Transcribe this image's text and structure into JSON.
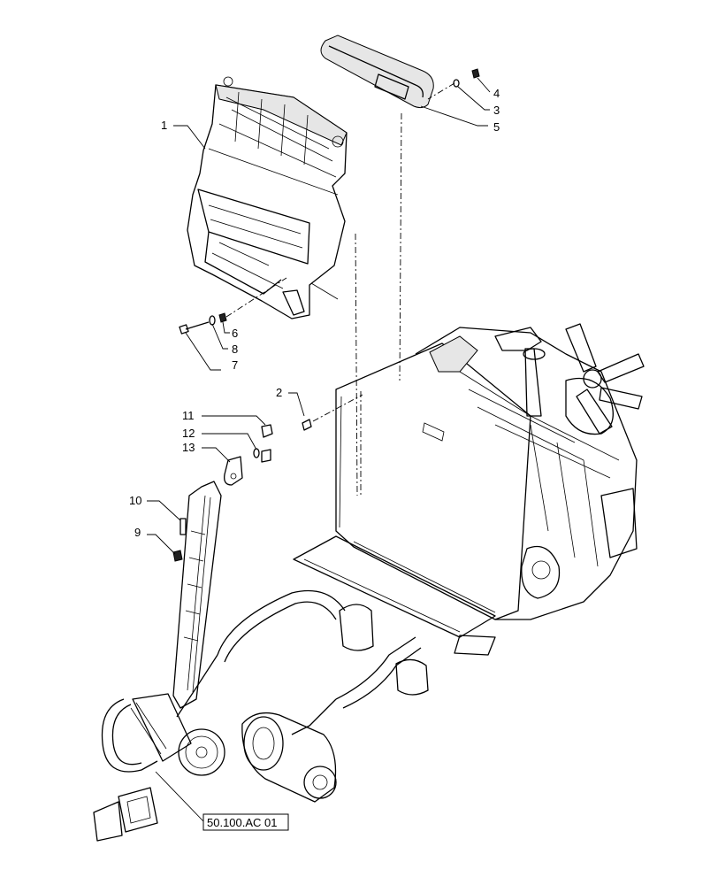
{
  "callouts": [
    "1",
    "2",
    "3",
    "4",
    "5",
    "6",
    "7",
    "8",
    "9",
    "10",
    "11",
    "12",
    "13"
  ],
  "reference_box": "50.100.AC 01",
  "colors": {
    "line": "#000000",
    "background": "#ffffff",
    "fill_light": "#e6e6e6"
  }
}
